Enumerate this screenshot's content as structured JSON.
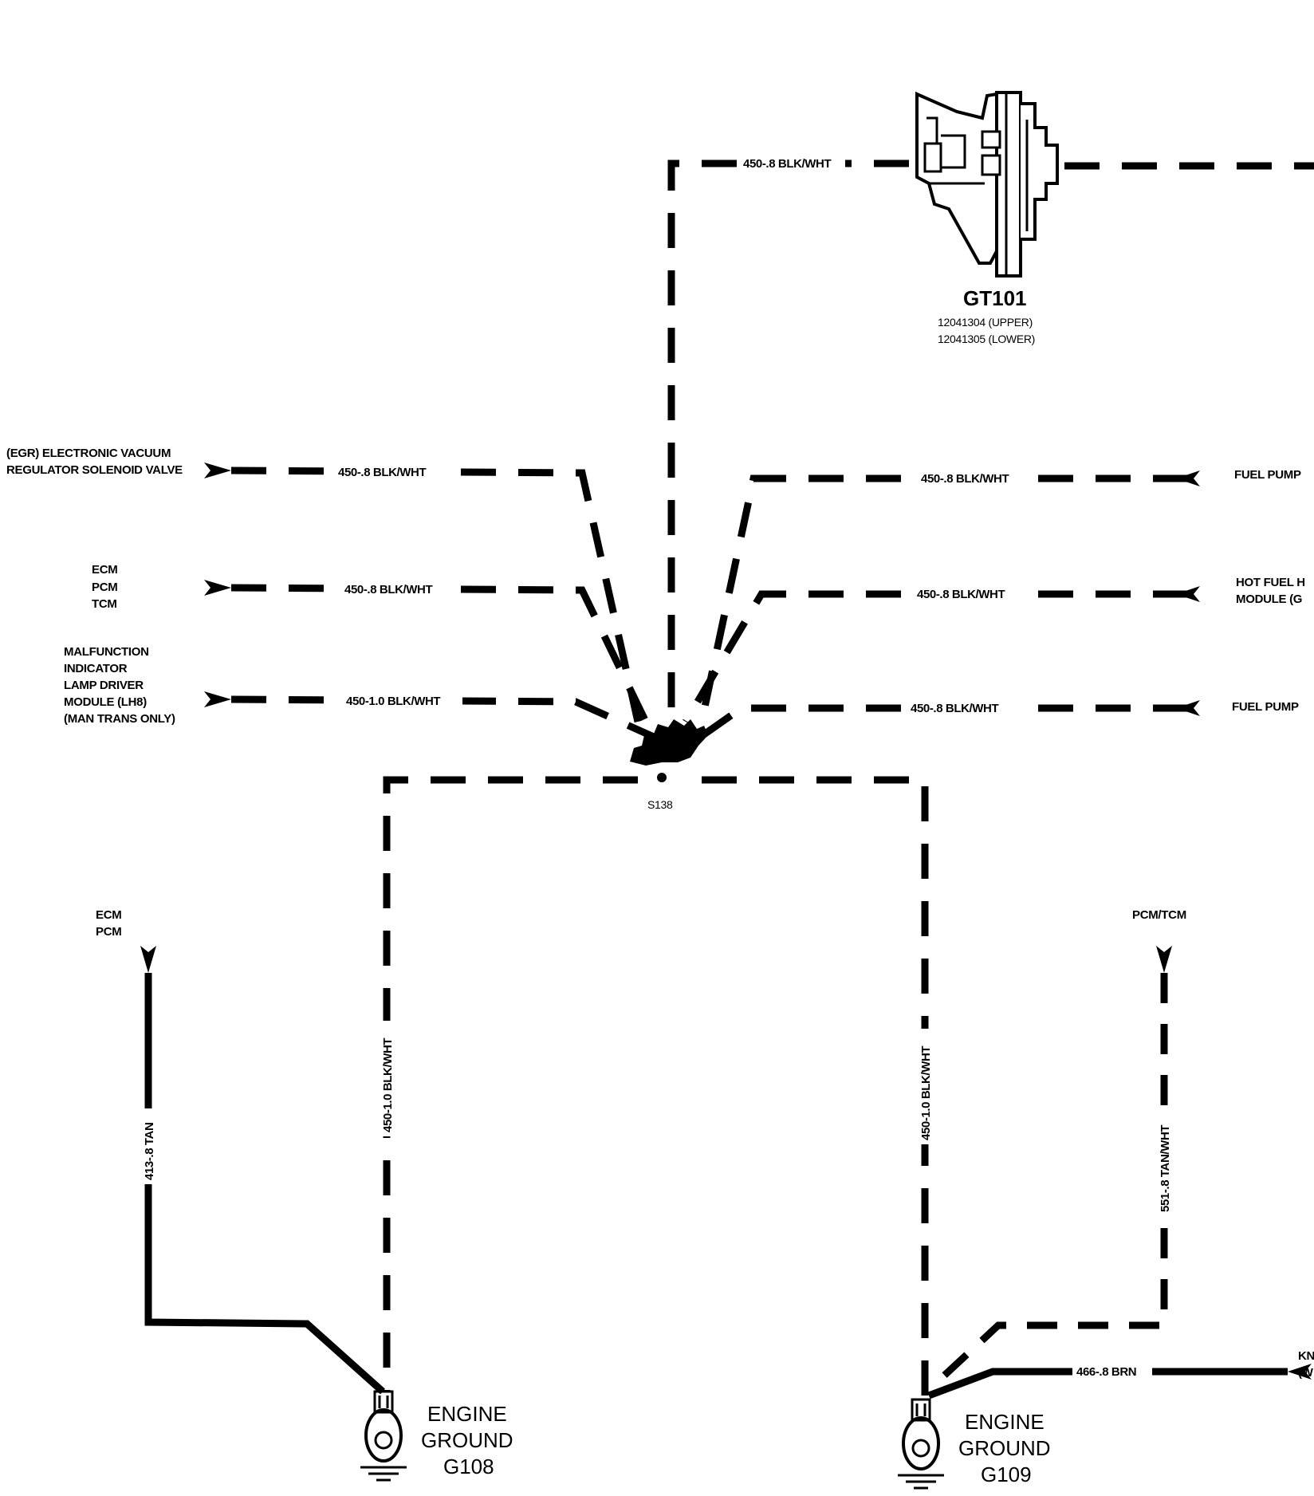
{
  "connector": {
    "id": "GT101",
    "part_upper": "12041304 (UPPER)",
    "part_lower": "12041305 (LOWER)"
  },
  "splice": {
    "id": "S138"
  },
  "wires": {
    "top": "450-.8 BLK/WHT",
    "egr": "450-.8 BLK/WHT",
    "ecm": "450-.8 BLK/WHT",
    "mil": "450-1.0 BLK/WHT",
    "fuel_pump_top": "450-.8 BLK/WHT",
    "hot_fuel": "450-.8 BLK/WHT",
    "fuel_pump_bottom": "450-.8 BLK/WHT",
    "left_ground_run": "450-1.0 BLK/WHT",
    "right_ground_run": "450-1.0 BLK/WHT",
    "tan": "413-.8 TAN",
    "tan_wht": "551-.8 TAN/WHT",
    "brn": "466-.8 BRN"
  },
  "components": {
    "egr": [
      "(EGR) ELECTRONIC VACUUM",
      "REGULATOR SOLENOID VALVE"
    ],
    "ecm_pcm_tcm": [
      "ECM",
      "PCM",
      "TCM"
    ],
    "mil": [
      "MALFUNCTION",
      "INDICATOR",
      "LAMP DRIVER",
      "MODULE (LH8)",
      "(MAN TRANS ONLY)"
    ],
    "fuel_pump_top": "FUEL PUMP",
    "hot_fuel": [
      "HOT FUEL H",
      "MODULE (G"
    ],
    "fuel_pump_bottom": "FUEL PUMP",
    "ecm_pcm": [
      "ECM",
      "PCM"
    ],
    "pcm_tcm": "PCM/TCM",
    "kn": [
      "KN",
      "(W"
    ]
  },
  "grounds": {
    "left": [
      "ENGINE",
      "GROUND",
      "G108"
    ],
    "right": [
      "ENGINE",
      "GROUND",
      "G109"
    ]
  },
  "icons": [
    "connector-gt101-icon",
    "splice-s138-icon",
    "ground-g108-icon",
    "ground-g109-icon",
    "arrow-icon"
  ]
}
